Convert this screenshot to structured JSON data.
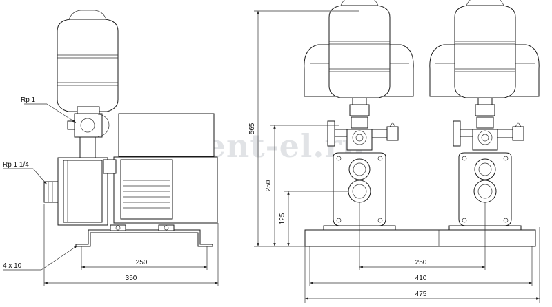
{
  "watermark": "vent-el.ru",
  "side_view": {
    "callouts": {
      "outlet": "Rp 1",
      "inlet": "Rp 1 1/4",
      "holes": "4 x 10"
    },
    "dimensions": {
      "feet_spacing": "250",
      "overall_length": "350"
    }
  },
  "front_view": {
    "dimensions": {
      "overall_height": "565",
      "outlet_height": "250",
      "inlet_height": "125",
      "pump_spacing": "250",
      "frame_width": "410",
      "overall_width": "475"
    }
  },
  "colors": {
    "line": "#1a1a1a",
    "watermark": "#c9ccd2"
  }
}
